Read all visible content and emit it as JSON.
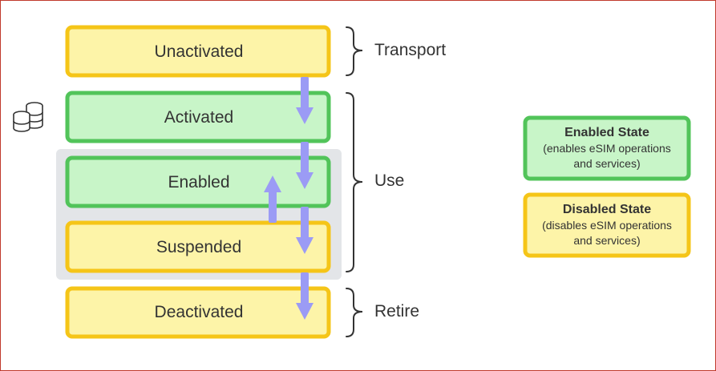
{
  "colors": {
    "green_fill": "#c8f5c8",
    "green_stroke": "#52c45a",
    "yellow_fill": "#fdf4a8",
    "yellow_stroke": "#f5c518",
    "group_fill": "#e3e5e8",
    "arrow": "#9b9bf5",
    "text": "#333333",
    "frame": "#c0392b"
  },
  "states": [
    {
      "label": "Unactivated",
      "kind": "disabled"
    },
    {
      "label": "Activated",
      "kind": "enabled"
    },
    {
      "label": "Enabled",
      "kind": "enabled"
    },
    {
      "label": "Suspended",
      "kind": "disabled"
    },
    {
      "label": "Deactivated",
      "kind": "disabled"
    }
  ],
  "phases": [
    {
      "label": "Transport"
    },
    {
      "label": "Use"
    },
    {
      "label": "Retire"
    }
  ],
  "legend": {
    "enabled": {
      "title": "Enabled State",
      "desc_line1": "(enables eSIM operations",
      "desc_line2": "and services)"
    },
    "disabled": {
      "title": "Disabled State",
      "desc_line1": "(disables eSIM operations",
      "desc_line2": "and services)"
    }
  },
  "icons": {
    "stack": "coin-stack-icon"
  }
}
